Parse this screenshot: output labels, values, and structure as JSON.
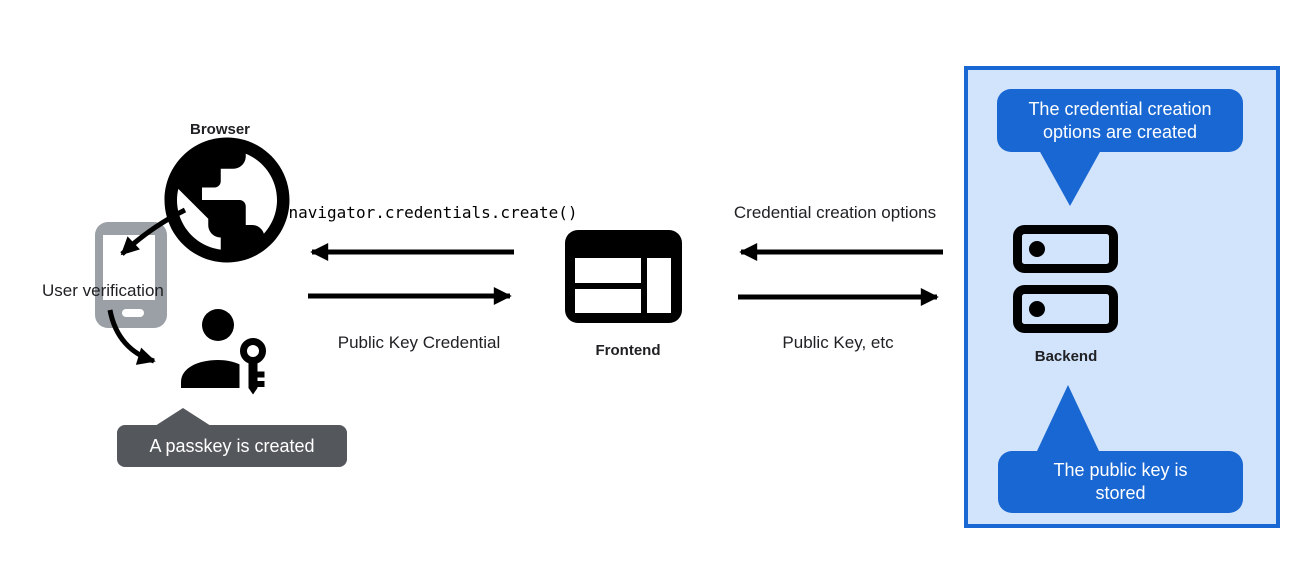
{
  "colors": {
    "accent_blue": "#1967d2",
    "panel_fill": "#d2e3fc",
    "tooltip_gray": "#54575b",
    "phone_gray": "#9aa0a6",
    "text_dark": "#202124"
  },
  "browser": {
    "label": "Browser",
    "user_verification_label": "User verification",
    "passkey_tooltip": "A passkey is created"
  },
  "frontend": {
    "label": "Frontend",
    "message_to_browser": "navigator.credentials.create()",
    "message_to_frontend": "Public Key Credential"
  },
  "backend": {
    "label": "Backend",
    "message_to_frontend": "Credential creation options",
    "message_from_frontend": "Public Key, etc",
    "callout_top": "The credential creation options are created",
    "callout_bottom": "The public key is stored"
  }
}
